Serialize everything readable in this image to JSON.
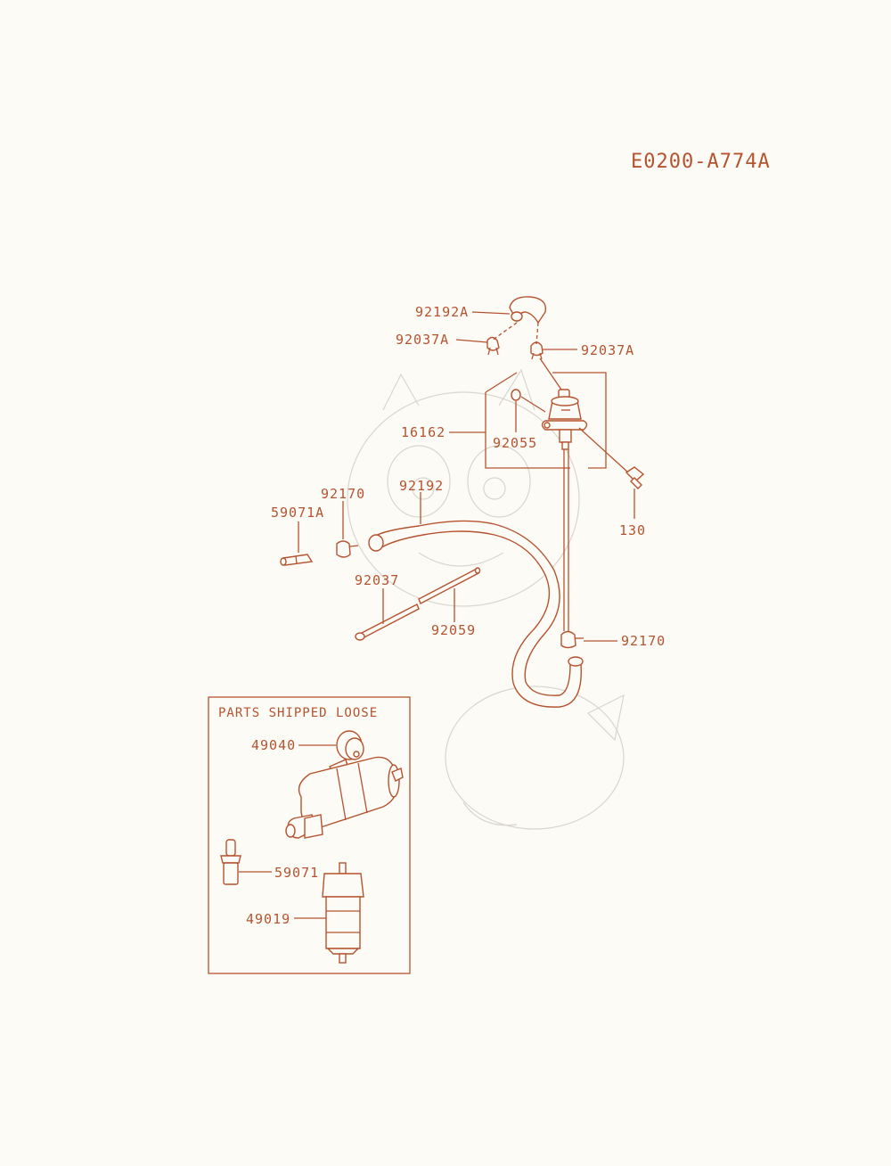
{
  "diagram_code": "E0200-A774A",
  "box_title": "PARTS SHIPPED LOOSE",
  "callouts": {
    "p92192A": "92192A",
    "p92037A_left": "92037A",
    "p92037A_right": "92037A",
    "p16162": "16162",
    "p92055": "92055",
    "p92170_top": "92170",
    "p59071A": "59071A",
    "p92192": "92192",
    "p130": "130",
    "p92037": "92037",
    "p92059": "92059",
    "p92170_right": "92170",
    "p49040": "49040",
    "p59071": "59071",
    "p49019": "49019"
  },
  "colors": {
    "ink": "#b5532f",
    "paper": "#fdfbf6",
    "watermark": "#d9d6cf"
  }
}
